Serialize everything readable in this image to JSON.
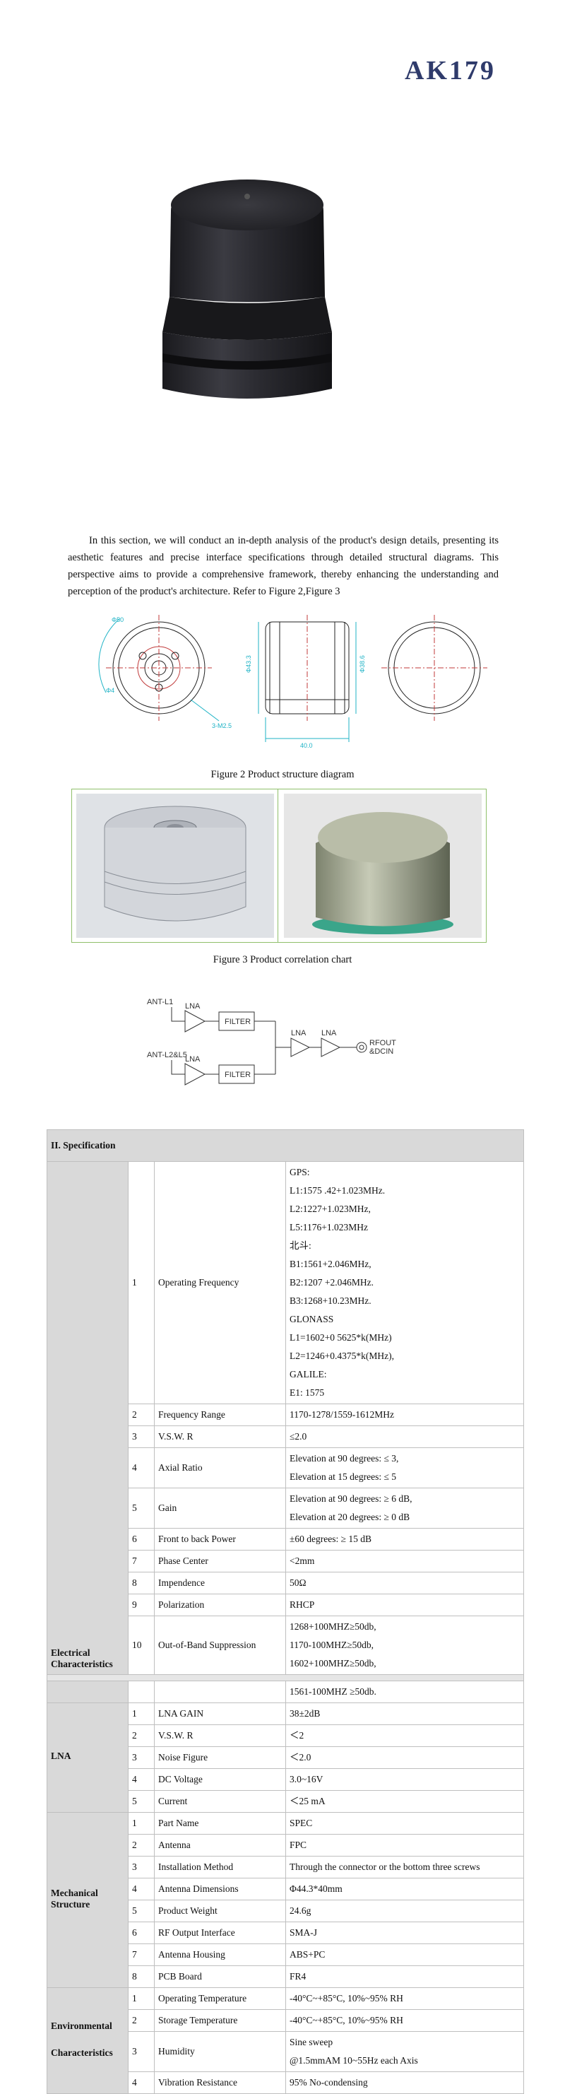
{
  "document": {
    "title": "AK179",
    "intro": "In this section, we will conduct an in-depth analysis of the product's design details, presenting its aesthetic features and precise interface specifications through detailed structural diagrams. This perspective aims to provide a comprehensive framework, thereby enhancing the understanding and perception of the product's architecture. Refer to Figure 2,Figure 3",
    "figure2_caption": "Figure 2 Product structure diagram",
    "figure3_caption": "Figure 3 Product correlation chart",
    "diagram_labels": {
      "dim_top": "Φ50",
      "dim_left": "Φ4",
      "dim_screw": "3-M2.5",
      "dim_h1": "Φ43.3",
      "dim_h2": "Φ38.6",
      "dim_width": "40.0"
    },
    "block_labels": {
      "ant_l1": "ANT-L1",
      "ant_l2": "ANT-L2&L5",
      "lna": "LNA",
      "filter": "FILTER",
      "rfout": "RFOUT",
      "dcin": "&DCIN"
    }
  },
  "spec": {
    "section_title": "II. Specification",
    "electrical": {
      "category": "Electrical Characteristics",
      "rows": [
        {
          "no": "1",
          "param": "Operating Frequency",
          "values": [
            "GPS:",
            "L1:1575 .42+1.023MHz.",
            "L2:1227+1.023MHz,",
            "L5:1176+1.023MHz",
            "北斗:",
            "B1:1561+2.046MHz,",
            "B2:1207 +2.046MHz.",
            "B3:1268+10.23MHz.",
            "GLONASS",
            "L1=1602+0 5625*k(MHz)",
            "L2=1246+0.4375*k(MHz),",
            "GALILE:",
            "E1: 1575"
          ]
        },
        {
          "no": "2",
          "param": "Frequency Range",
          "values": [
            "1170-1278/1559-1612MHz"
          ]
        },
        {
          "no": "3",
          "param": "V.S.W. R",
          "values": [
            "≤2.0"
          ]
        },
        {
          "no": "4",
          "param": "Axial Ratio",
          "values": [
            "Elevation at 90 degrees: ≤ 3,",
            "Elevation at 15 degrees: ≤ 5"
          ]
        },
        {
          "no": "5",
          "param": "Gain",
          "values": [
            "Elevation at 90 degrees: ≥ 6 dB,",
            "Elevation at 20 degrees: ≥ 0 dB"
          ]
        },
        {
          "no": "6",
          "param": "Front to back Power",
          "values": [
            "±60 degrees: ≥ 15 dB"
          ]
        },
        {
          "no": "7",
          "param": "Phase Center",
          "values": [
            "<2mm"
          ]
        },
        {
          "no": "8",
          "param": "Impendence",
          "values": [
            "50Ω"
          ]
        },
        {
          "no": "9",
          "param": "Polarization",
          "values": [
            "RHCP"
          ]
        },
        {
          "no": "10",
          "param": "Out-of-Band Suppression",
          "values": [
            "1268+100MHZ≥50db,",
            "1170-100MHZ≥50db,",
            "1602+100MHZ≥50db,"
          ]
        }
      ],
      "continuation": "1561-100MHZ ≥50db."
    },
    "lna": {
      "category": "LNA",
      "rows": [
        {
          "no": "1",
          "param": "LNA GAIN",
          "values": [
            "38±2dB"
          ]
        },
        {
          "no": "2",
          "param": "V.S.W. R",
          "values": [
            "＜2"
          ]
        },
        {
          "no": "3",
          "param": "Noise Figure",
          "values": [
            "＜2.0"
          ]
        },
        {
          "no": "4",
          "param": "DC Voltage",
          "values": [
            "3.0~16V"
          ]
        },
        {
          "no": "5",
          "param": "Current",
          "values": [
            "＜25 mA"
          ]
        }
      ]
    },
    "mechanical": {
      "category": "Mechanical Structure",
      "rows": [
        {
          "no": "1",
          "param": "Part Name",
          "values": [
            "SPEC"
          ]
        },
        {
          "no": "2",
          "param": "Antenna",
          "values": [
            "FPC"
          ]
        },
        {
          "no": "3",
          "param": "Installation Method",
          "values": [
            "Through the connector or the bottom three screws"
          ]
        },
        {
          "no": "4",
          "param": "Antenna Dimensions",
          "values": [
            "Φ44.3*40mm"
          ]
        },
        {
          "no": "5",
          "param": "Product Weight",
          "values": [
            "24.6g"
          ]
        },
        {
          "no": "6",
          "param": "RF Output Interface",
          "values": [
            "SMA-J"
          ]
        },
        {
          "no": "7",
          "param": "Antenna Housing",
          "values": [
            "ABS+PC"
          ]
        },
        {
          "no": "8",
          "param": "PCB Board",
          "values": [
            "FR4"
          ]
        }
      ]
    },
    "environmental": {
      "category_line1": "Environmental",
      "category_line2": "Characteristics",
      "rows": [
        {
          "no": "1",
          "param": "Operating Temperature",
          "values": [
            "-40°C~+85°C, 10%~95% RH"
          ]
        },
        {
          "no": "2",
          "param": "Storage Temperature",
          "values": [
            "-40°C~+85°C, 10%~95% RH"
          ]
        },
        {
          "no": "3",
          "param": "Humidity",
          "values": [
            "Sine sweep",
            "@1.5mmAM 10~55Hz each Axis"
          ]
        },
        {
          "no": "4",
          "param": "Vibration Resistance",
          "values": [
            "95% No-condensing"
          ]
        }
      ]
    }
  }
}
